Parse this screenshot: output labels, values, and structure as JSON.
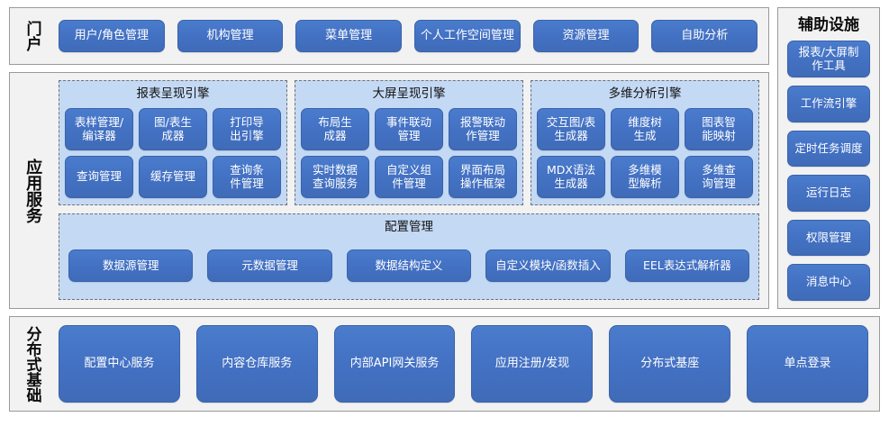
{
  "colors": {
    "button_blue": "#4472C4",
    "panel_bg": "#F2F2F2",
    "engine_bg": "#C4D9F4",
    "panel_border": "#9A9A9A",
    "dashed_border": "#6F7276",
    "button_text": "#FFFFFF"
  },
  "portal": {
    "label": "门户",
    "items": [
      {
        "label": "用户/角色管理"
      },
      {
        "label": "机构管理"
      },
      {
        "label": "菜单管理"
      },
      {
        "label": "个人工作空间管理"
      },
      {
        "label": "资源管理"
      },
      {
        "label": "自助分析"
      }
    ]
  },
  "app_services": {
    "label": "应用服务",
    "engines": [
      {
        "title": "报表呈现引擎",
        "items": [
          {
            "label": "表样管理/\n编译器"
          },
          {
            "label": "图/表生\n成器"
          },
          {
            "label": "打印导\n出引擎"
          },
          {
            "label": "查询管理"
          },
          {
            "label": "缓存管理"
          },
          {
            "label": "查询条\n件管理"
          }
        ]
      },
      {
        "title": "大屏呈现引擎",
        "items": [
          {
            "label": "布局生\n成器"
          },
          {
            "label": "事件联动\n管理"
          },
          {
            "label": "报警联动\n作管理"
          },
          {
            "label": "实时数据\n查询服务"
          },
          {
            "label": "自定义组\n件管理"
          },
          {
            "label": "界面布局\n操作框架"
          }
        ]
      },
      {
        "title": "多维分析引擎",
        "items": [
          {
            "label": "交互图/表\n生成器"
          },
          {
            "label": "维度树\n生成"
          },
          {
            "label": "图表智\n能映射"
          },
          {
            "label": "MDX语法\n生成器"
          },
          {
            "label": "多维模\n型解析"
          },
          {
            "label": "多维查\n询管理"
          }
        ]
      }
    ],
    "config": {
      "title": "配置管理",
      "items": [
        {
          "label": "数据源管理"
        },
        {
          "label": "元数据管理"
        },
        {
          "label": "数据结构定义"
        },
        {
          "label": "自定义模块/函数插入"
        },
        {
          "label": "EEL表达式解析器"
        }
      ]
    }
  },
  "auxiliary": {
    "title": "辅助设施",
    "items": [
      {
        "label": "报表/大屏制\n作工具"
      },
      {
        "label": "工作流引擎"
      },
      {
        "label": "定时任务调度"
      },
      {
        "label": "运行日志"
      },
      {
        "label": "权限管理"
      },
      {
        "label": "消息中心"
      }
    ]
  },
  "distributed": {
    "label": "分布式基础",
    "items": [
      {
        "label": "配置中心服务"
      },
      {
        "label": "内容仓库服务"
      },
      {
        "label": "内部API网关服务"
      },
      {
        "label": "应用注册/发现"
      },
      {
        "label": "分布式基座"
      },
      {
        "label": "单点登录"
      }
    ]
  }
}
